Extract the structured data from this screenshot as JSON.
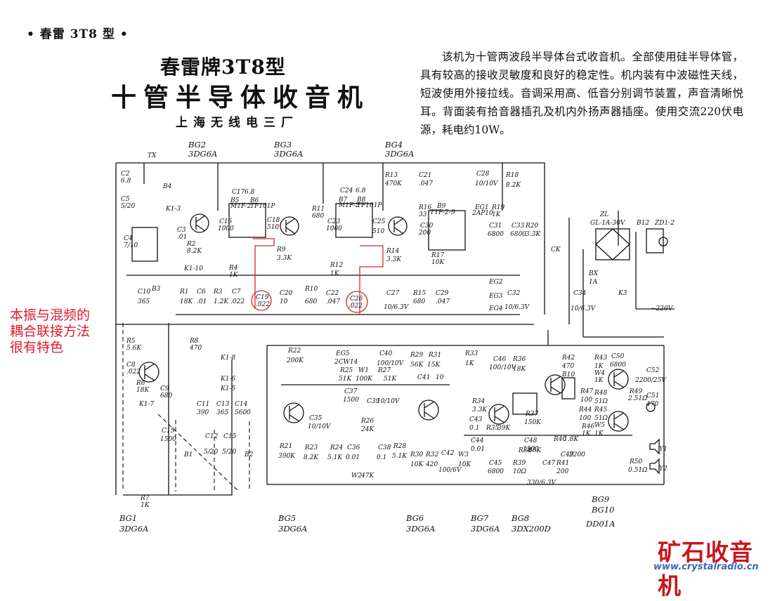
{
  "header": {
    "tag": "• 春雷 3T8 型 •",
    "title_line1": "春雷牌3T8型",
    "title_line2": "十管半导体收音机",
    "manufacturer": "上海无线电三厂"
  },
  "description": "该机为十管两波段半导体台式收音机。全部使用硅半导体管，具有较高的接收灵敏度和良好的稳定性。机内装有中波磁性天线，短波使用外接拉线。音调采用高、低音分别调节装置，声音清晰悦耳。背面装有拾音器插孔及机内外扬声器插座。使用交流220伏电源，耗电约10W。",
  "annotation": "本振与混频的耦合联接方法很有特色",
  "watermark": {
    "logo": "矿石收音机",
    "url": "www.crystalradio.cn"
  },
  "colors": {
    "annotation": "#e0192a",
    "highlight": "#d42a2a",
    "watermark_logo": "#c9161c",
    "watermark_url": "#3b67b1"
  },
  "transistors": {
    "bg2": {
      "ref": "BG2",
      "type": "3DG6A"
    },
    "bg3": {
      "ref": "BG3",
      "type": "3DG6A"
    },
    "bg4": {
      "ref": "BG4",
      "type": "3DG6A"
    },
    "bg1": {
      "ref": "BG1",
      "type": "3DG6A"
    },
    "bg5": {
      "ref": "BG5",
      "type": "3DG6A"
    },
    "bg6": {
      "ref": "BG6",
      "type": "3DG6A"
    },
    "bg7": {
      "ref": "BG7",
      "type": "3DG6A"
    },
    "bg8": {
      "ref": "BG8",
      "type": "3DX200D"
    },
    "bg9": {
      "ref": "BG9",
      "type": ""
    },
    "bg10": {
      "ref": "BG10",
      "type": "DD01A"
    }
  },
  "labels": {
    "tx": "TX",
    "c2": "C2",
    "c2v": "6.8",
    "c5": "C5",
    "c5v": "5/20",
    "b4": "B4",
    "k13": "K1-3",
    "c3": "C3",
    "c3v": ".01",
    "c4": "C4",
    "c4v": "7/10",
    "k110": "K1-10",
    "c10": "C10",
    "c10v": "365",
    "b3": "B3",
    "r2": "R2",
    "r2v": "8.2K",
    "r1": "R1",
    "r1v": "18K",
    "c6": "C6",
    "c6v": ".01",
    "r3": "R3",
    "r3v": "1.2K",
    "c7": "C7",
    "c7v": ".022",
    "r4": "R4",
    "r4v": "1K",
    "c17": "C17",
    "c17v": "6.8",
    "b5": "B5",
    "b5v": "M1F-2",
    "b6": "B6",
    "b6v": "TF101P",
    "c16": "C16",
    "c16v": "1000",
    "c18": "C18",
    "c18v": "510",
    "r9": "R9",
    "r9v": "3.3K",
    "c19": "C19",
    "c19v": ".022",
    "c20": "C20",
    "c20v": "10",
    "r11": "R11",
    "r11v": "680",
    "r10": "R10",
    "r10v": "680",
    "c22": "C22",
    "c22v": ".047",
    "r12": "R12",
    "r12v": "1K",
    "c24": "C24",
    "c24v": "6.8",
    "b7": "B7",
    "b7v": "M1F-2",
    "b8": "B8",
    "b8v": "TF101P",
    "c23": "C23",
    "c23v": "1000",
    "c25": "C25",
    "c25v": "510",
    "c26": "C26",
    "c26v": ".022",
    "r13": "R13",
    "r13v": "470K",
    "c21": "C21",
    "c21v": ".047",
    "r14": "R14",
    "r14v": "3.3K",
    "c27": "C27",
    "c27v": "10/6.3V",
    "r15": "R15",
    "r15v": "680",
    "c29": "C29",
    "c29v": ".047",
    "c28": "C28",
    "c28v": "10/10V",
    "r18": "R18",
    "r18v": "8.2K",
    "r16": "R16",
    "r16v": "33",
    "b9": "B9",
    "b9v": "TTF-2-9",
    "eg1": "EG1",
    "eg1v": "2AP10",
    "r17": "R17",
    "r17v": "10K",
    "r19": "R19",
    "r19v": "1K",
    "c30": "C30",
    "c30v": "200",
    "c31": "C31",
    "c31v": "6800",
    "c33": "C33",
    "c33v": "6800",
    "r20": "R20",
    "r20v": "3.3K",
    "eg2": "EG2",
    "eg3": "EG3",
    "eg4": "EG4",
    "c32": "C32",
    "c32v": "10/6.3V",
    "ck": "CK",
    "c34": "C34",
    "c34v": "10/6.3V",
    "zl": "ZL",
    "zlv": "GL-1A-30V",
    "b12": "B12",
    "zd": "ZD1-2",
    "bx": "BX",
    "bxv": "1A",
    "k3": "K3",
    "v220": "~220V",
    "r5": "R5",
    "r5v": "5.6K",
    "c8": "C8",
    "c8v": ".022",
    "r6": "R6",
    "r6v": "18K",
    "c9": "C9",
    "c9v": "680",
    "r8": "R8",
    "r8v": "470",
    "k18": "K1-8",
    "k16": "K1-6",
    "k15": "K1-5",
    "k17": "K1-7",
    "c11": "C11",
    "c11v": "390",
    "c13": "C13",
    "c13v": "365",
    "c14": "C14",
    "c14v": "5600",
    "c12": "C12",
    "c12v": "5/20",
    "c15": "C15",
    "c15v": "5/20",
    "c15b": "C15",
    "c15bv": "1500",
    "b1": "B1",
    "b2": "B2",
    "r7": "R7",
    "r7v": "1K",
    "r22": "R22",
    "r22v": "200K",
    "eg5": "EG5",
    "eg5v": "2CW14",
    "c40": "C40",
    "c40v": "100/10V",
    "r25": "R25",
    "r25v": "51K",
    "w1": "W1",
    "w1v": "100K",
    "r27": "R27",
    "r27v": "51K",
    "r29": "R29",
    "r29v": "56K",
    "r31": "R31",
    "r31v": "15K",
    "c41": "C41",
    "c41v": "10",
    "c37": "C37",
    "c37v": "1500",
    "c39": "C39",
    "c39v": "10/10V",
    "r26": "R26",
    "r26v": "24K",
    "c35": "C35",
    "c35v": "10/10V",
    "r21": "R21",
    "r21v": "390K",
    "r23": "R23",
    "r23v": "8.2K",
    "r24": "R24",
    "r24v": "5.1K",
    "c36": "C36",
    "c36v": "0.01",
    "c38": "C38",
    "c38v": "0.1",
    "r28": "R28",
    "r28v": "5.1K",
    "w2": "W2",
    "w2v": "47K",
    "r30": "R30",
    "r30v": "10K",
    "r32": "R32",
    "r32v": "420",
    "c42": "C42",
    "c42v": "100/6V",
    "w3": "W3",
    "w3v": "10K",
    "r33": "R33",
    "r33v": "1K",
    "c46": "C46",
    "c46v": "100/10V",
    "r36": "R36",
    "r36v": "18K",
    "r34": "R34",
    "r34v": "3.3K",
    "c43": "C43",
    "c43v": "0.1",
    "r35": "R35",
    "r35v": "39K",
    "c44": "C44",
    "c44v": "0.01",
    "c45": "C45",
    "c45v": "6800",
    "r39": "R39",
    "r39v": "10Ω",
    "r37": "R37",
    "r37v": "150K",
    "c48": "C48",
    "c48v": "1500",
    "r38": "R38",
    "r38v": "68K",
    "c47": "C47",
    "c47v": "330/6.3V",
    "r41": "R41",
    "r41v": "200",
    "r40": "R40",
    "r40v": "1.8K",
    "c49": "C49",
    "c49v": "2200",
    "r42": "R42",
    "r42v": "470",
    "b10": "B10",
    "r43": "R43",
    "r43v": "1K",
    "w4": "W4",
    "w4v": "1K",
    "c50": "C50",
    "c50v": "6800",
    "r47": "R47",
    "r47v": "100",
    "r48": "R48",
    "r48v": "51Ω",
    "r44": "R44",
    "r44v": "100",
    "r45": "R45",
    "r45v": "51Ω",
    "r46": "R46",
    "r46v": "1K",
    "w5": "W5",
    "w5v": "1K",
    "c52": "C52",
    "c52v": "2200/25V",
    "r49": "R49",
    "r49v": "2.51Ω",
    "c51": "C51",
    "c51v": "470",
    "r50": "R50",
    "r50v": "0.51Ω",
    "y1": "Y1",
    "y2": "Y2"
  }
}
